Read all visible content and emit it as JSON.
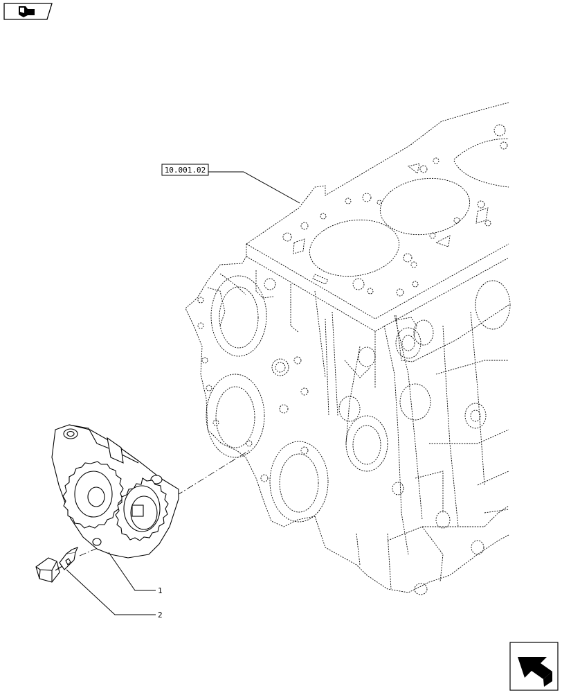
{
  "header": {
    "icon": "book-arrow-icon"
  },
  "reference": {
    "code": "10.001.02"
  },
  "callouts": [
    {
      "number": "1",
      "part": "oil-pump"
    },
    {
      "number": "2",
      "part": "bolt"
    }
  ],
  "footer": {
    "icon": "next-page-arrow-icon"
  }
}
